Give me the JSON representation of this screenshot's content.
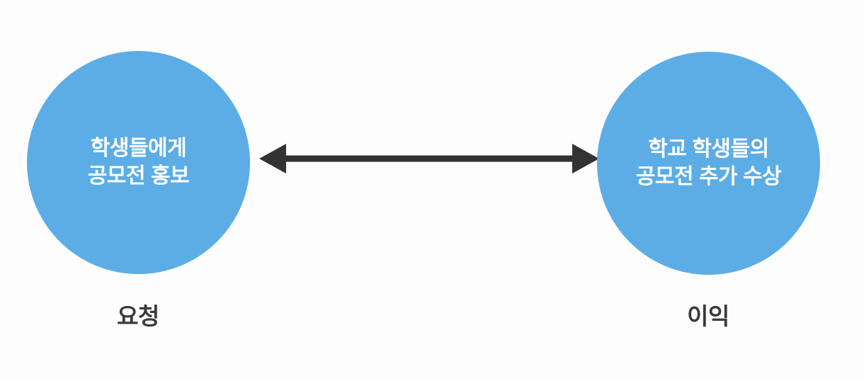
{
  "diagram": {
    "type": "two-node-bidirectional-relationship",
    "background_color": "#fdfdfd",
    "node_color": "#5cade6",
    "node_text_color": "#ffffff",
    "connector_color": "#333333",
    "caption_color": "#3a3a3a",
    "nodes": [
      {
        "id": "request",
        "shape": "circle",
        "text": "학생들에게\n공모전 홍보",
        "line1": "학생들에게",
        "line2": "공모전 홍보",
        "caption": "요청"
      },
      {
        "id": "benefit",
        "shape": "circle",
        "text": "학교 학생들의\n공모전 추가 수상",
        "line1": "학교 학생들의",
        "line2": "공모전 추가 수상",
        "caption": "이익"
      }
    ],
    "connector": {
      "icon": "double-headed-arrow-icon",
      "direction": "bidirectional",
      "from": "request",
      "to": "benefit"
    }
  }
}
